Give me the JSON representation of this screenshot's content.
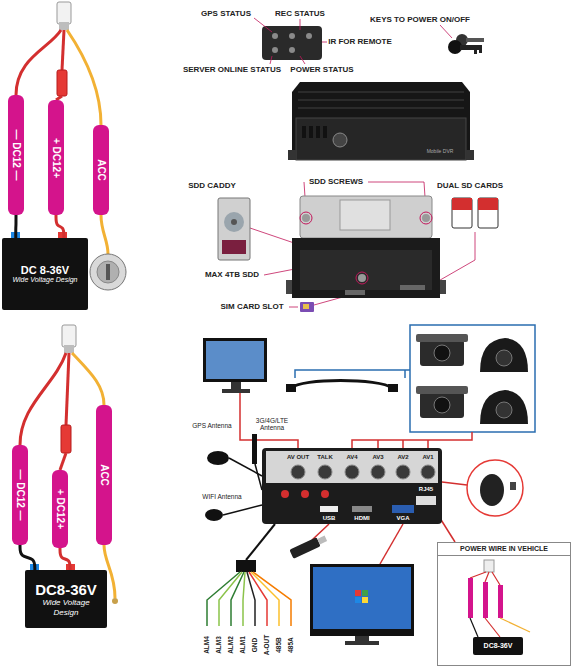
{
  "diagram": {
    "nodes": [
      {
        "text": [
          "DC 8-36V",
          "Wide Voltage Design"
        ]
      },
      {
        "text": [
          "— DC12 —"
        ]
      },
      {
        "text": [
          "+ DC12+"
        ]
      },
      {
        "text": [
          "ACC"
        ]
      },
      {
        "text": [
          "DC8-36V",
          "Wide Voltage Design"
        ]
      },
      {
        "text": [
          "— DC12 —"
        ]
      },
      {
        "text": [
          "+ DC12+"
        ]
      },
      {
        "text": [
          "ACC"
        ]
      },
      {
        "text": [
          "POWER WIRE IN VEHICLE"
        ]
      },
      {
        "text": [
          "DC8-36V"
        ],
        "in": 8
      }
    ],
    "edges": [
      {
        "from": 0,
        "to": 1,
        "arrow": "none"
      },
      {
        "from": 0,
        "to": 2,
        "arrow": "none"
      },
      {
        "from": 4,
        "to": 5,
        "arrow": "none"
      },
      {
        "from": 4,
        "to": 6,
        "arrow": "none"
      }
    ],
    "labels": [
      "GPS STATUS",
      "REC STATUS",
      "KEYS TO POWER ON/OFF",
      "IR FOR REMOTE",
      "SERVER ONLINE STATUS",
      "POWER STATUS",
      "Mobile DVR",
      "SDD CADDY",
      "SDD SCREWS",
      "DUAL SD CARDS",
      "MAX 4TB SDD",
      "SIM CARD SLOT",
      "GPS Antenna",
      "3G/4G/LTE Antenna",
      "WIFI Antenna",
      "AV OUT",
      "TALK",
      "AV4",
      "AV3",
      "AV2",
      "AV1",
      "RJ45",
      "USB",
      "HDMI",
      "VGA",
      "ALM4",
      "ALM3",
      "ALM2",
      "ALM1",
      "GND",
      "A-OUT",
      "485B",
      "485A"
    ]
  }
}
